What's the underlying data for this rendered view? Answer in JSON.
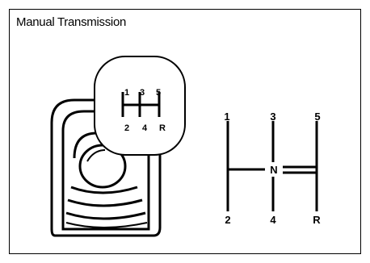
{
  "title": "Manual Transmission",
  "gear_positions": {
    "top": [
      "1",
      "3",
      "5"
    ],
    "bottom": [
      "2",
      "4",
      "R"
    ],
    "neutral": "N"
  },
  "knob_labels": {
    "top": [
      "1",
      "3",
      "5"
    ],
    "bottom": [
      "2",
      "4",
      "R"
    ]
  }
}
